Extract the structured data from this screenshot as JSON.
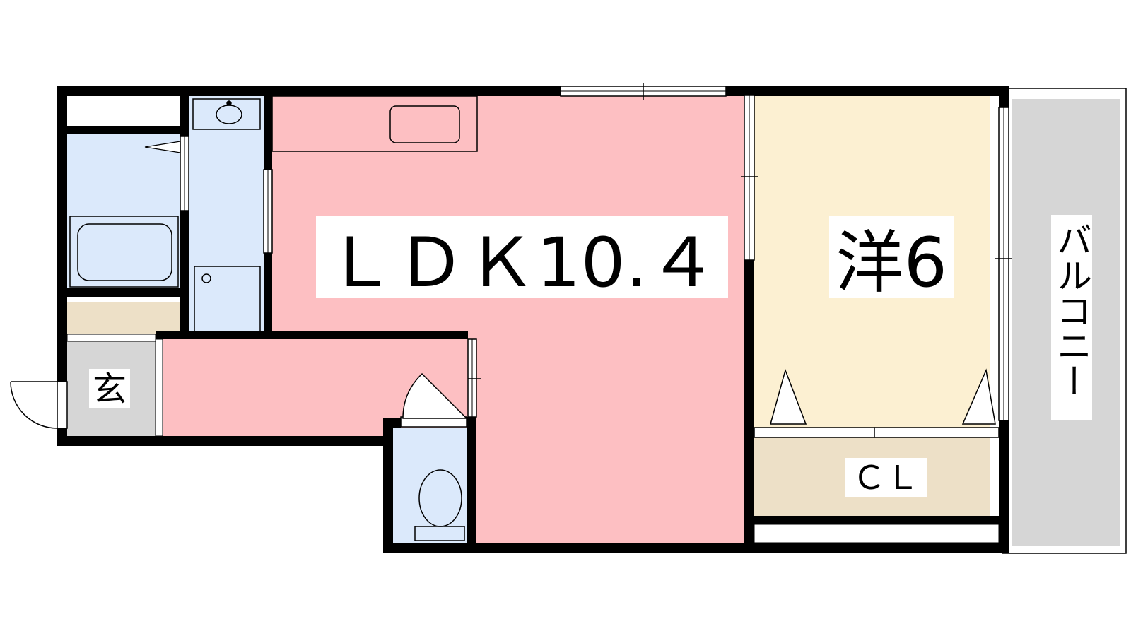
{
  "labels": {
    "ldk": "ＬＤＫ10.４",
    "western_room": "洋6",
    "closet": "ＣＬ",
    "entrance": "玄",
    "balcony": "バルコニー"
  },
  "colors": {
    "ldk": "#fdbfc2",
    "western_room": "#fcf0d2",
    "wet_area": "#dbe9fb",
    "storage": "#ede0c7",
    "entrance": "#d6d6d6",
    "balcony": "#d6d6d6",
    "wall": "#000000"
  }
}
